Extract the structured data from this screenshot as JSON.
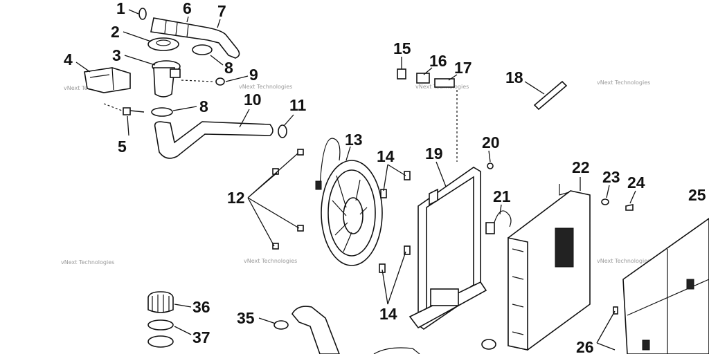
{
  "callouts": [
    "1",
    "2",
    "3",
    "4",
    "5",
    "6",
    "7",
    "8",
    "8",
    "9",
    "10",
    "11",
    "12",
    "13",
    "14",
    "14",
    "15",
    "16",
    "17",
    "18",
    "19",
    "20",
    "21",
    "22",
    "23",
    "24",
    "25",
    "26",
    "35",
    "36",
    "37"
  ],
  "watermark": "vNext Technologies"
}
